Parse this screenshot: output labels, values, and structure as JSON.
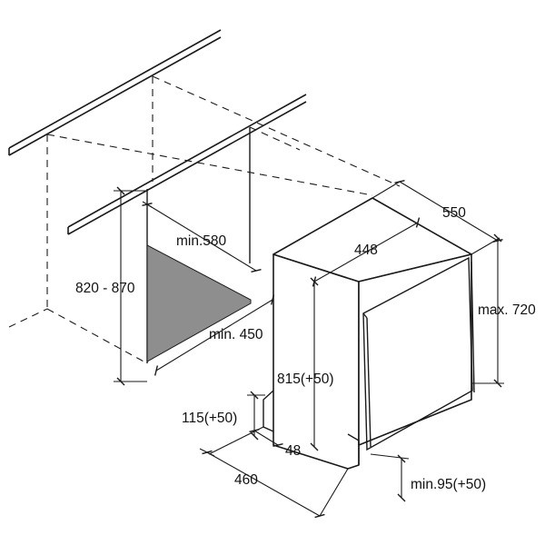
{
  "colors": {
    "line": "#1a1a1a",
    "niche_fill": "#8e8e8e",
    "background": "#ffffff"
  },
  "labels": {
    "min_580": "min.580",
    "niche_height": "820 - 870",
    "min_450": "min. 450",
    "depth_550": "550",
    "width_448": "448",
    "max_720": "max. 720",
    "height_815": "815(+50)",
    "plinth_115": "115(+50)",
    "gap_48": "48",
    "depth_460": "460",
    "min_95": "min.95(+50)"
  }
}
